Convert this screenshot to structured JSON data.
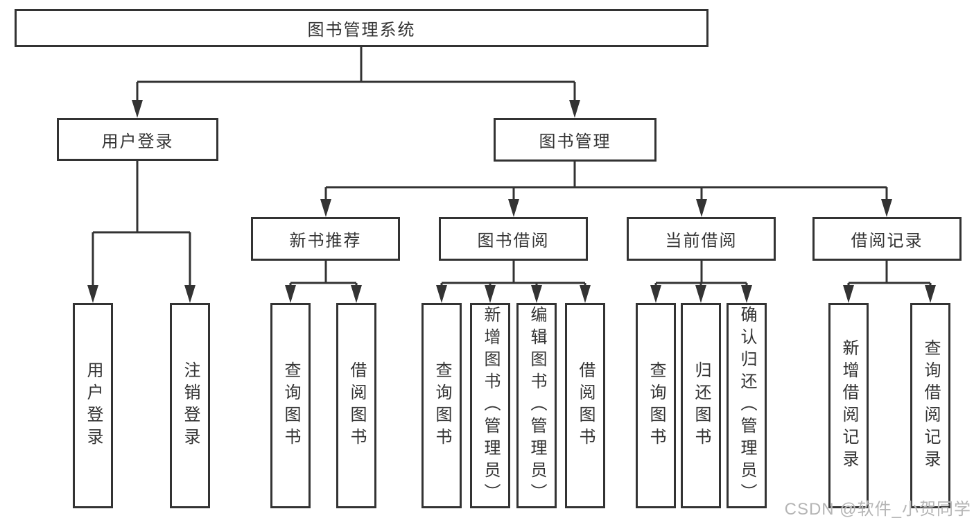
{
  "diagram": {
    "root": {
      "label": "图书管理系统"
    },
    "user_login": {
      "label": "用户登录",
      "children": [
        "用户登录",
        "注销登录"
      ]
    },
    "book_management": {
      "label": "图书管理",
      "sections": {
        "new_book_recommend": {
          "label": "新书推荐",
          "children": [
            "查询图书",
            "借阅图书"
          ]
        },
        "book_borrowing": {
          "label": "图书借阅",
          "children": [
            "查询图书",
            "新增图书（管理员）",
            "编辑图书（管理员）",
            "借阅图书"
          ]
        },
        "current_borrowing": {
          "label": "当前借阅",
          "children": [
            "查询图书",
            "归还图书",
            "确认归还（管理员）"
          ]
        },
        "borrowing_records": {
          "label": "借阅记录",
          "children": [
            "新增借阅记录",
            "查询借阅记录"
          ]
        }
      }
    }
  },
  "watermark": {
    "text": "CSDN @软件_小贺同学"
  },
  "colors": {
    "line": "#333333",
    "text": "#333333",
    "watermark": "#b5b5b5",
    "background": "#ffffff"
  }
}
